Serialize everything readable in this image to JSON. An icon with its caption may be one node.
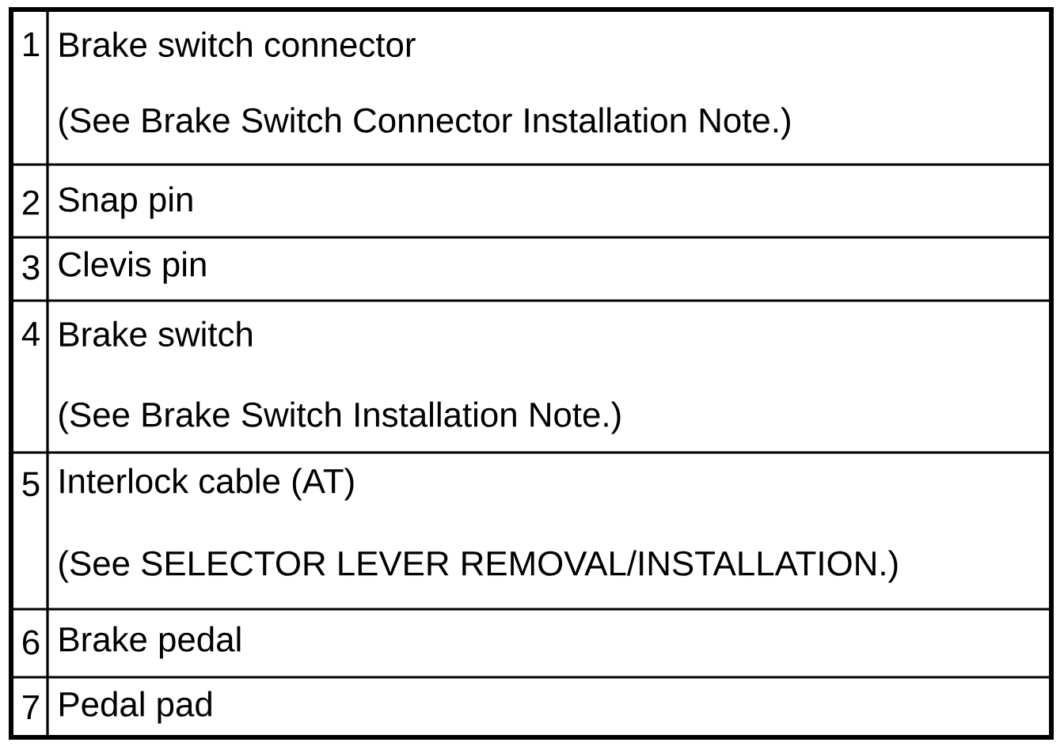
{
  "diagram": {
    "labels": [
      "1",
      "Brake switch connector",
      "(See Brake Switch Connector Installation Note.)",
      "2",
      "Snap pin",
      "3",
      "Clevis pin",
      "4",
      "Brake switch",
      "(See Brake Switch Installation Note.)",
      "5",
      "Interlock cable (AT)",
      "(See SELECTOR LEVER REMOVAL/INSTALLATION.)",
      "6",
      "Brake pedal",
      "7",
      "Pedal pad"
    ]
  }
}
